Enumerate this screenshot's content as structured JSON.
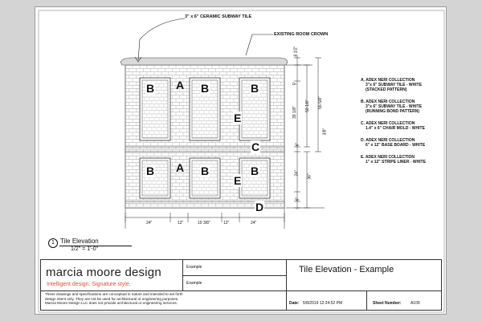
{
  "drawing": {
    "callouts": {
      "tile": "3\" x 6\" CERAMIC SUBWAY TILE",
      "crown": "EXISTING ROOM CROWN"
    },
    "letters": [
      "B",
      "A",
      "B",
      "B",
      "E",
      "C",
      "B",
      "A",
      "B",
      "E",
      "B",
      "D"
    ],
    "dimensions_bottom": [
      "24\"",
      "12\"",
      "10 3/8\"",
      "12\"",
      "24\""
    ],
    "dimensions_right_inner": [
      "6 1/2\"",
      "5\"",
      "39 1/8\"",
      "6\"",
      "24\"",
      "6\""
    ],
    "dimensions_right_middle": [
      "50 1/8\"",
      "36\""
    ],
    "dimensions_right_outer": [
      "55 5/8\"",
      "3/8\""
    ]
  },
  "legend": [
    {
      "title": "A.  ADEX NERI COLLECTION",
      "lines": [
        "3\"x 6\" SUBWAY TILE - WHITE",
        "(STACKED PATTERN)"
      ]
    },
    {
      "title": "B.  ADEX NERI COLLECTION",
      "lines": [
        "3\"x 6\" SUBWAY TILE - WHITE",
        "(RUNNING BOND PATTERN)"
      ]
    },
    {
      "title": "C.  ADEX NERI COLLECTION",
      "lines": [
        "1.4\" x 6\" CHAIR MOLD - WHITE"
      ]
    },
    {
      "title": "D.  ADEX NERI COLLECTION",
      "lines": [
        "6\" x 12\" BASE BOARD - WHITE"
      ]
    },
    {
      "title": "E.  ADEX NERI COLLECTION",
      "lines": [
        "1\" x 12\" STRIPE LINER - WHITE"
      ]
    }
  ],
  "view_label": {
    "number": "1",
    "title": "Tile Elevation",
    "scale": "1/2\" = 1'-0\""
  },
  "title_block": {
    "brand": "marcia moore design",
    "tagline": "Intelligent design. Signature style.",
    "disclaimer": [
      "These drawings and specifications are conceptual in nature and intended to set forth",
      "design intent only. They are not be used for architectural or engineering purposes.",
      "Marcia Moore Design LLC does not provide architectural or engineering services."
    ],
    "field1": "Example",
    "field2": "Example",
    "sheet_title": "Tile Elevation - Example",
    "date_label": "Date:",
    "date_value": "5/8/2019 12:24:52 PM",
    "sheet_number_label": "Sheet Number:",
    "sheet_number_value": "A109"
  }
}
